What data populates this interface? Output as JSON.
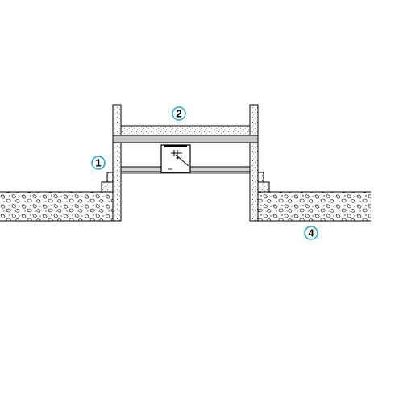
{
  "callouts": [
    {
      "label": "1",
      "color": "#1aa7d8"
    },
    {
      "label": "2",
      "color": "#1aa7d8"
    },
    {
      "label": "4",
      "color": "#1aa7d8"
    }
  ],
  "colors": {
    "line": "#000000",
    "ground_fill": "#ffffff",
    "plate_fill": "#c8c8c8",
    "shelf_fill": "#d6d6d6"
  }
}
